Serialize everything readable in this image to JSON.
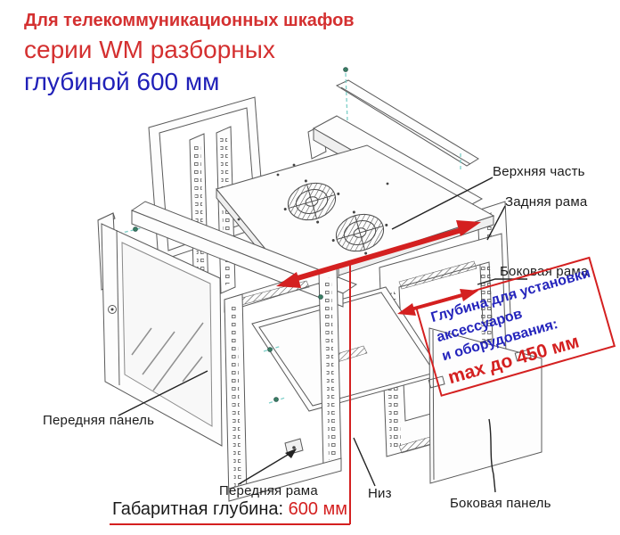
{
  "title": {
    "line1": "Для телекоммуникационных шкафов",
    "line2": "серии WM разборных",
    "line3": "глубиной 600 мм"
  },
  "part_labels": {
    "top_part": "Верхняя часть",
    "rear_frame": "Задняя рама",
    "side_frame": "Боковая рама",
    "front_panel": "Передняя панель",
    "front_frame": "Передняя рама",
    "bottom": "Низ",
    "side_panel": "Боковая панель"
  },
  "depth_note": {
    "line1": "Глубина для установки",
    "line2": "аксессуаров",
    "line3": "и оборудования:",
    "max_value": "max до 450 мм"
  },
  "overall_depth": {
    "label": "Габаритная глубина:",
    "value": "600 мм"
  },
  "colors": {
    "red": "#d42020",
    "title_red": "#d43030",
    "blue": "#2020b8",
    "note_blue": "#2424bc",
    "drawing": "#5a5a5a",
    "teal": "#7ccfc8",
    "screw_green": "#3a7f63"
  }
}
